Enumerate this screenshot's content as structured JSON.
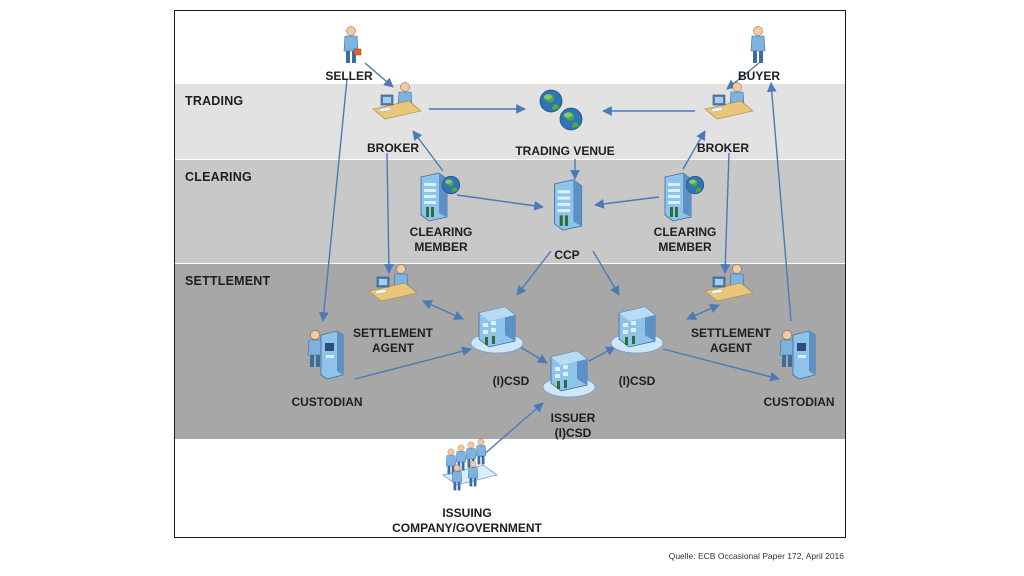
{
  "bands": {
    "trading": "TRADING",
    "clearing": "CLEARING",
    "settlement": "SETTLEMENT"
  },
  "nodes": {
    "seller": "SELLER",
    "buyer": "BUYER",
    "broker_left": "BROKER",
    "broker_right": "BROKER",
    "trading_venue": "TRADING VENUE",
    "clearing_member_left": {
      "line1": "CLEARING",
      "line2": "MEMBER"
    },
    "clearing_member_right": {
      "line1": "CLEARING",
      "line2": "MEMBER"
    },
    "ccp": "CCP",
    "settlement_agent_left": {
      "line1": "SETTLEMENT",
      "line2": "AGENT"
    },
    "settlement_agent_right": {
      "line1": "SETTLEMENT",
      "line2": "AGENT"
    },
    "custodian_left": "CUSTODIAN",
    "custodian_right": "CUSTODIAN",
    "icsd_left": "(I)CSD",
    "icsd_right": "(I)CSD",
    "issuer_icsd": {
      "line1": "ISSUER",
      "line2": "(I)CSD"
    },
    "issuing_company": {
      "line1": "ISSUING",
      "line2": "COMPANY/GOVERNMENT"
    }
  },
  "source_note": "Quelle: ECB Occasional Paper 172, April 2016",
  "colors": {
    "arrow": "#4a7ab8",
    "person_skin": "#f2c9a0",
    "person_shirt": "#7eb3df",
    "person_pants": "#3f6c9e",
    "building": "#8fc4ea",
    "building_dark": "#4f86b8",
    "desk": "#e8c77a",
    "globe_sea": "#2f74b5",
    "globe_land": "#4ea83c"
  }
}
